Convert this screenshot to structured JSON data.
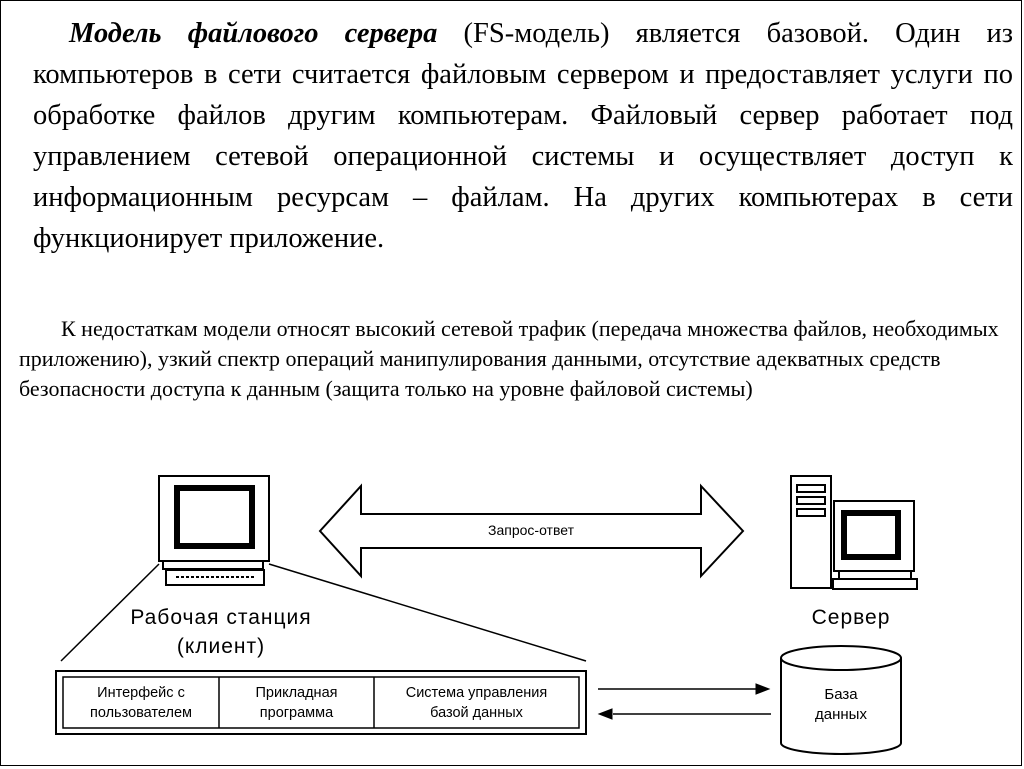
{
  "text": {
    "para1_lead": "Модель файлового сервера",
    "para1_rest": " (FS-модель) является базовой. Один из компьютеров в сети считается файловым сервером и предоставляет услуги по обработке файлов другим компьютерам. Файловый сервер работает под управлением сетевой операционной системы и осуществляет доступ к информационным ресурсам – файлам. На других компьютерах в сети функционирует приложение.",
    "para2": "К недостаткам модели относят высокий сетевой трафик (передача множества файлов, необходимых приложению), узкий спектр операций манипулирования данными, отсутствие адекватных средств безопасности доступа к данным (защита только на уровне файловой системы)"
  },
  "diagram": {
    "arrow_label": "Запрос-ответ",
    "client_label_line1": "Рабочая станция",
    "client_label_line2": "(клиент)",
    "server_label": "Сервер",
    "layers": [
      {
        "line1": "Интерфейс с",
        "line2": "пользователем"
      },
      {
        "line1": "Прикладная",
        "line2": "программа"
      },
      {
        "line1": "Система управления",
        "line2": "базой данных"
      }
    ],
    "database_line1": "База",
    "database_line2": "данных"
  }
}
